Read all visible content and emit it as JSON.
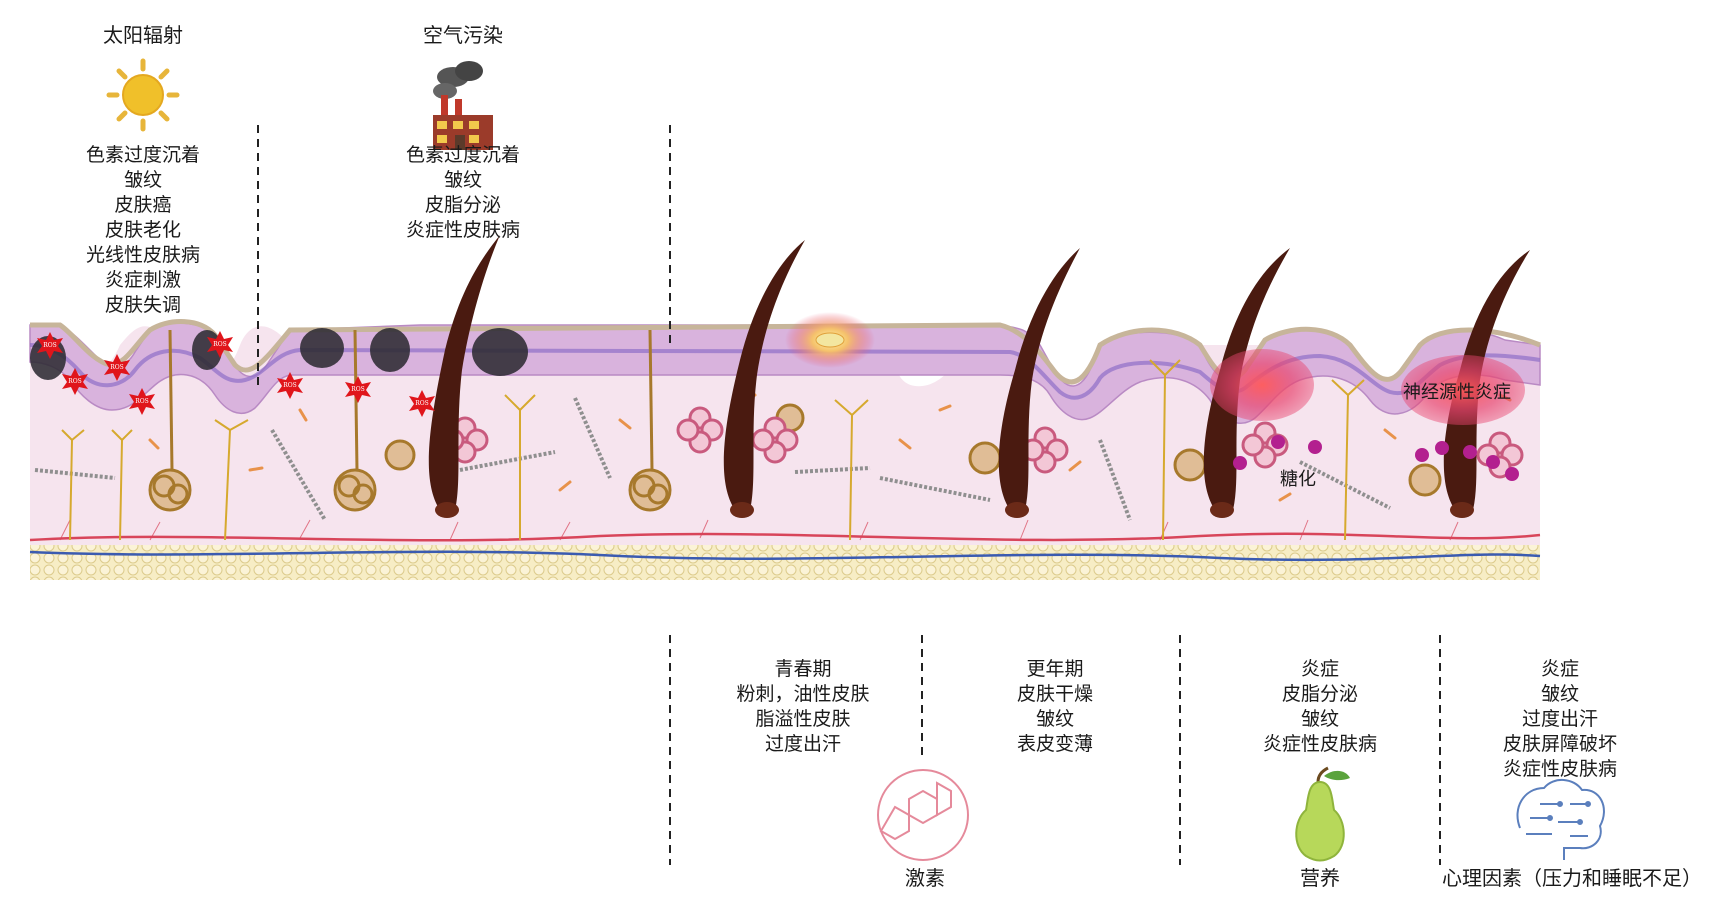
{
  "factors": {
    "solar": {
      "title": "太阳辐射",
      "effects": [
        "色素过度沉着",
        "皱纹",
        "皮肤癌",
        "皮肤老化",
        "光线性皮肤病",
        "炎症刺激",
        "皮肤失调"
      ]
    },
    "pollution": {
      "title": "空气污染",
      "effects": [
        "色素过度沉着",
        "皱纹",
        "皮脂分泌",
        "炎症性皮肤病"
      ]
    },
    "hormone": {
      "title": "激素",
      "puberty": [
        "青春期",
        "粉刺，油性皮肤",
        "脂溢性皮肤",
        "过度出汗"
      ],
      "menopause": [
        "更年期",
        "皮肤干燥",
        "皱纹",
        "表皮变薄"
      ]
    },
    "nutrition": {
      "title": "营养",
      "effects": [
        "炎症",
        "皮脂分泌",
        "皱纹",
        "炎症性皮肤病"
      ],
      "marker": "糖化"
    },
    "psychology": {
      "title": "心理因素（压力和睡眠不足）",
      "effects": [
        "炎症",
        "皱纹",
        "过度出汗",
        "皮肤屏障破坏",
        "炎症性皮肤病"
      ],
      "marker": "神经源性炎症"
    }
  },
  "ros_label": "ROS",
  "icons": [
    "sun-icon",
    "factory-icon",
    "hormone-molecule-icon",
    "pear-icon",
    "brain-icon"
  ],
  "colors": {
    "epidermis": "#c9a3d6",
    "dermis": "#f6e4ee",
    "hair": "#4a1a10",
    "ros": "#e0151b",
    "inflammation": "#e8456f",
    "dashed": "#222222"
  }
}
